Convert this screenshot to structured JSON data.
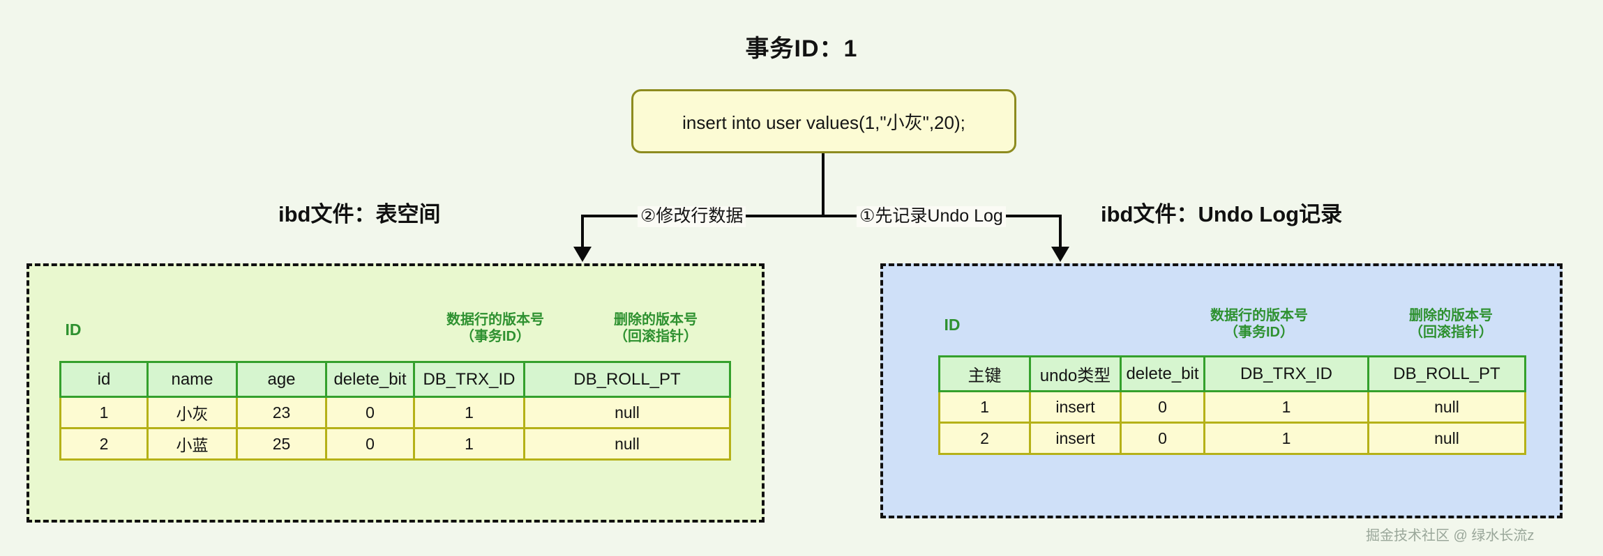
{
  "title": "事务ID：1",
  "sql": {
    "statement": "insert into user values(1,\"小灰\",20);"
  },
  "connectors": {
    "step2_label": "②修改行数据",
    "step1_label": "①先记录Undo Log"
  },
  "panels": {
    "tablespace": {
      "caption": "ibd文件：表空间",
      "annotations": {
        "id": "ID",
        "trx_line1": "数据行的版本号",
        "trx_line2": "（事务ID）",
        "roll_line1": "删除的版本号",
        "roll_line2": "（回滚指针）"
      },
      "table": {
        "columns": [
          "id",
          "name",
          "age",
          "delete_bit",
          "DB_TRX_ID",
          "DB_ROLL_PT"
        ],
        "rows": [
          [
            "1",
            "小灰",
            "23",
            "0",
            "1",
            "null"
          ],
          [
            "2",
            "小蓝",
            "25",
            "0",
            "1",
            "null"
          ]
        ]
      }
    },
    "undolog": {
      "caption": "ibd文件：Undo Log记录",
      "annotations": {
        "id": "ID",
        "trx_line1": "数据行的版本号",
        "trx_line2": "（事务ID）",
        "roll_line1": "删除的版本号",
        "roll_line2": "（回滚指针）"
      },
      "table": {
        "columns": [
          "主键",
          "undo类型",
          "delete_bit",
          "DB_TRX_ID",
          "DB_ROLL_PT"
        ],
        "rows": [
          [
            "1",
            "insert",
            "0",
            "1",
            "null"
          ],
          [
            "2",
            "insert",
            "0",
            "1",
            "null"
          ]
        ]
      }
    }
  },
  "watermark": "掘金技术社区 @ 绿水长流z",
  "colors": {
    "page_background": "#f2f7ec",
    "sql_fill": "#fcfbd4",
    "sql_border": "#8d8b1f",
    "tablespace_fill": "#e9f8cf",
    "undolog_fill": "#cfe0f8",
    "header_fill": "#d6f5cf",
    "header_border": "#34a02c",
    "cell_fill": "#fdfbd2",
    "cell_border": "#b5b118",
    "annotation_green": "#2e9130",
    "line": "#0a0a0a"
  }
}
